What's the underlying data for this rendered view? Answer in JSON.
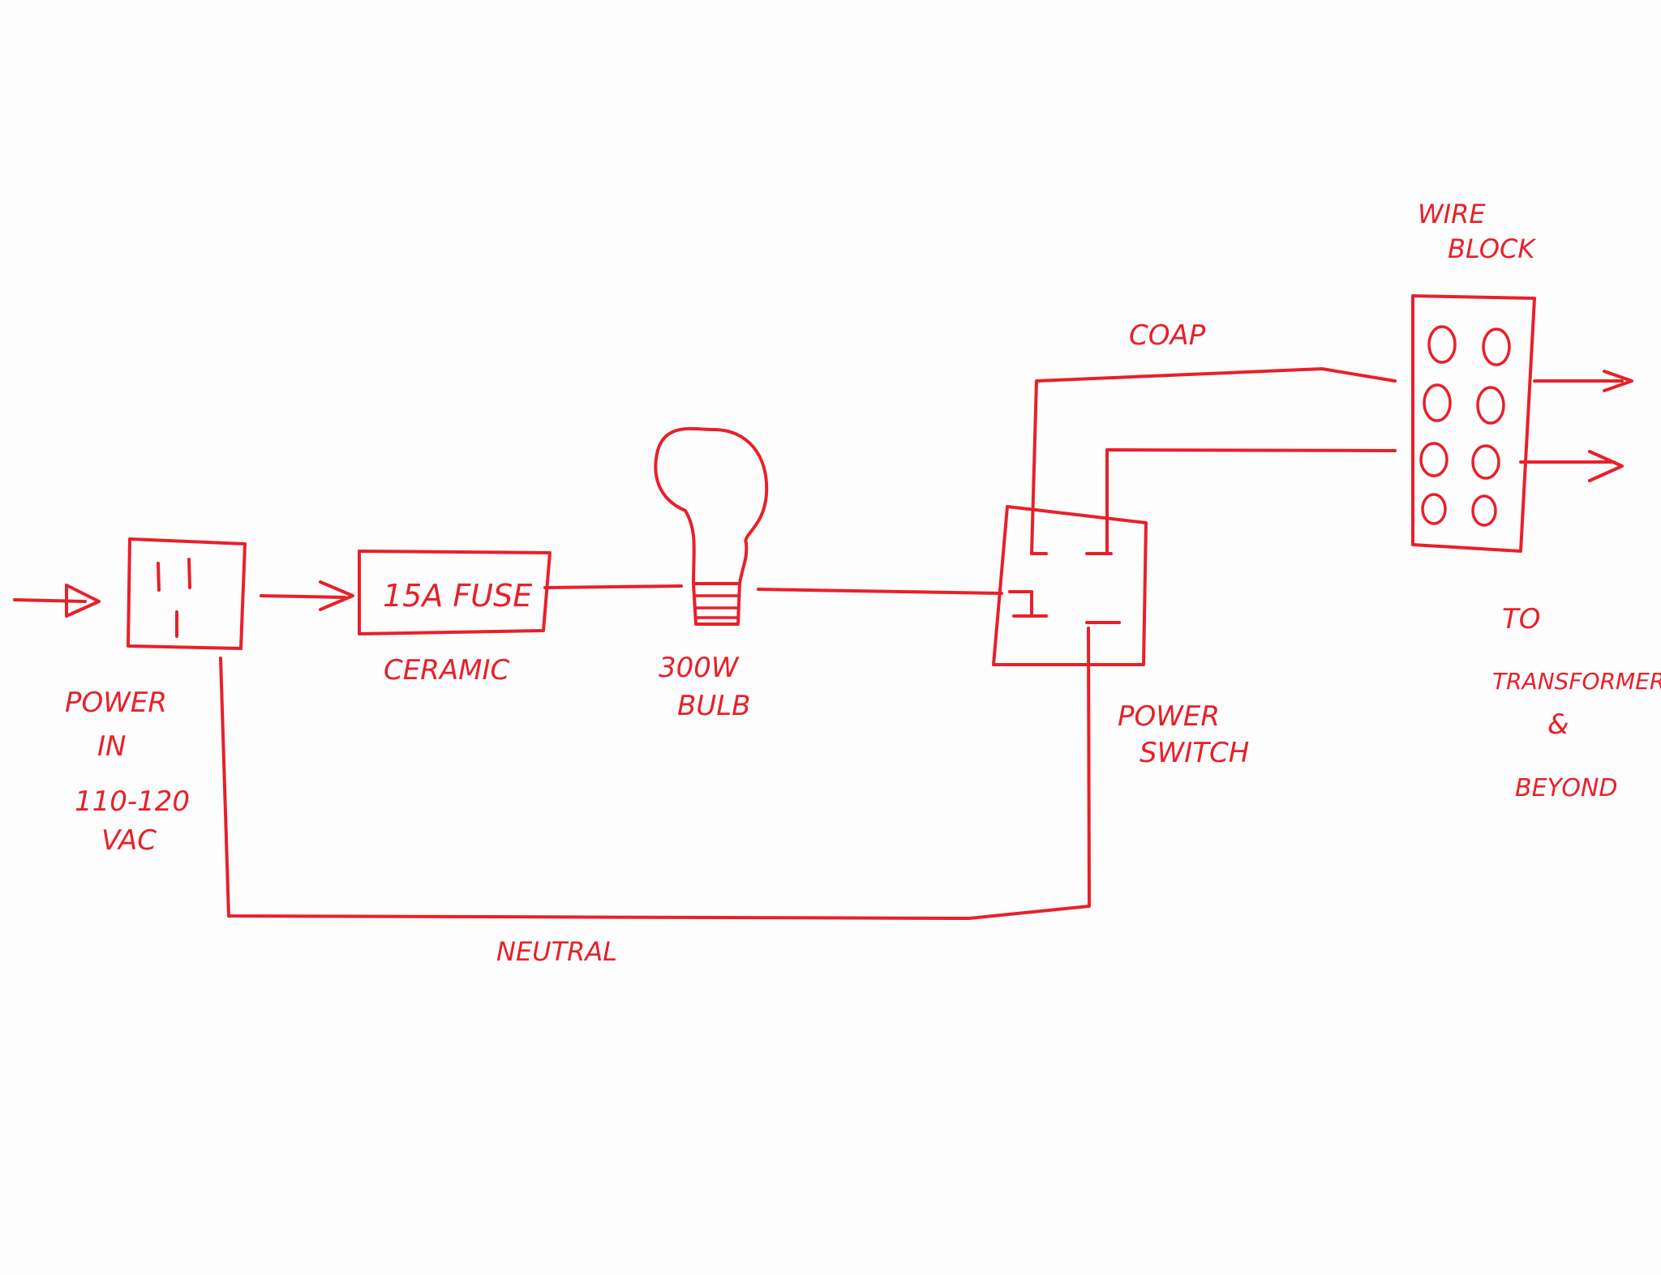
{
  "colors": {
    "ink": "#e8202a",
    "paper": "#fdfdfd"
  },
  "labels": {
    "fuse": "15A FUSE",
    "ceramic": "CERAMIC",
    "bulb_line1": "300W",
    "bulb_line2": "BULB",
    "power_in_line1": "POWER",
    "power_in_line2": "IN",
    "power_in_line3": "110-120",
    "power_in_line4": "VAC",
    "power_switch_line1": "POWER",
    "power_switch_line2": "SWITCH",
    "hot": "COAP",
    "wire_block_line1": "WIRE",
    "wire_block_line2": "BLOCK",
    "dest_line1": "TO",
    "dest_line2": "TRANSFORMER",
    "dest_line3": "&",
    "dest_line4": "BEYOND",
    "neutral": "NEUTRAL"
  }
}
